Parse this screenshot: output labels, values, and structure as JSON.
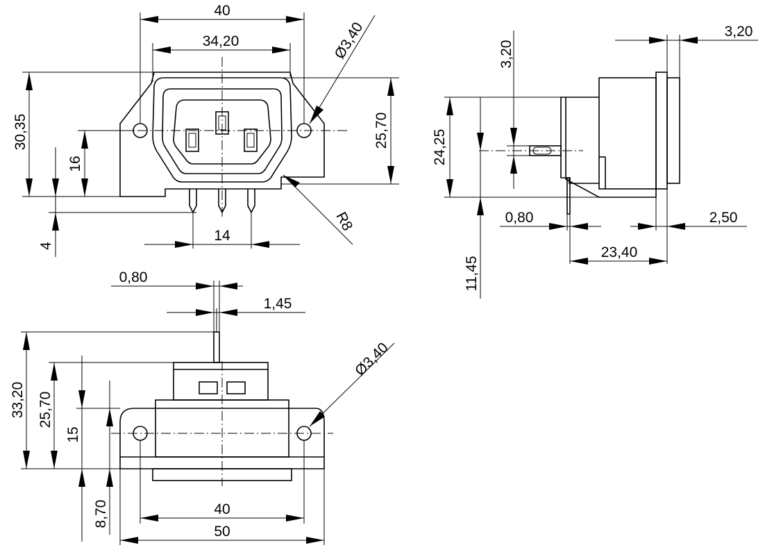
{
  "front_view": {
    "dim_width_outer": "40",
    "dim_width_inner": "34,20",
    "dim_hole_diameter": "Ø3,40",
    "dim_height_total": "30,35",
    "dim_hole_height": "16",
    "dim_pin_length": "4",
    "dim_body_height": "25,70",
    "dim_pin_spacing": "14",
    "dim_radius": "R8"
  },
  "side_view": {
    "dim_flange_thickness": "3,20",
    "dim_pin_offset": "3,20",
    "dim_height": "24,25",
    "dim_pin_thickness": "0,80",
    "dim_step": "2,50",
    "dim_depth": "23,40",
    "dim_pin_length": "11,45"
  },
  "top_view": {
    "dim_pin_thickness": "0,80",
    "dim_pin_width": "1,45",
    "dim_total_height": "33,20",
    "dim_body_height": "25,70",
    "dim_mid_height": "15",
    "dim_bottom_height": "8,70",
    "dim_hole_diameter": "Ø3,40",
    "dim_hole_spacing": "40",
    "dim_total_width": "50"
  }
}
